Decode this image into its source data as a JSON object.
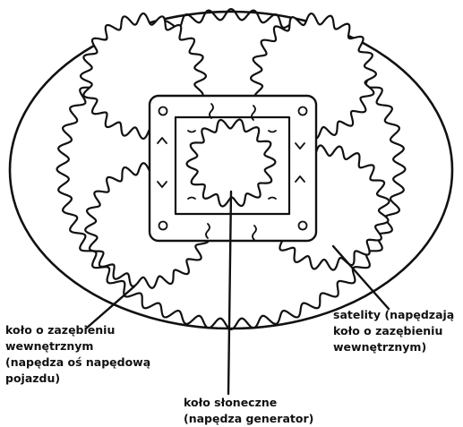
{
  "diagram": {
    "stroke_color": "#111111",
    "background": "#ffffff"
  },
  "labels": {
    "ring_gear": [
      "koło o zazębieniu",
      "wewnętrznym",
      "(napędza oś napędową",
      "pojazdu)"
    ],
    "planet_gears": [
      "satelity (napędzają",
      "koło o zazębieniu",
      "wewnętrznym)"
    ],
    "sun_gear": [
      "koło słoneczne",
      "(napędza generator)"
    ]
  }
}
